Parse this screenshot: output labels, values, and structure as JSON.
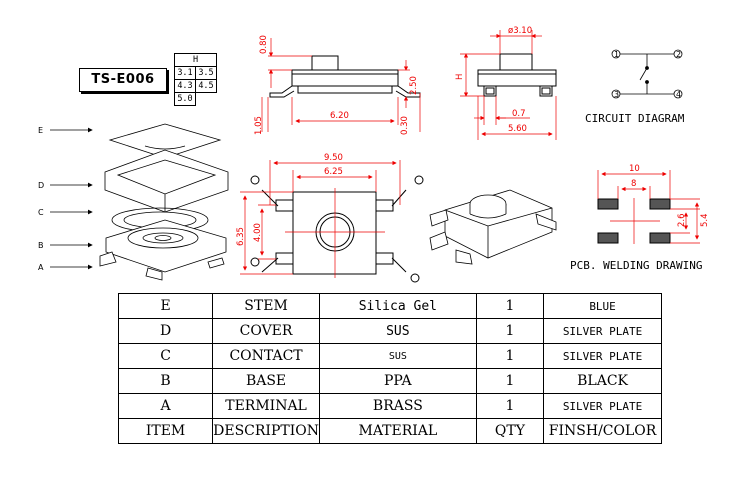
{
  "model": "TS-E006",
  "height_table": {
    "header": "H",
    "rows": [
      [
        "3.1",
        "3.5"
      ],
      [
        "4.3",
        "4.5"
      ],
      [
        "5.0",
        ""
      ]
    ]
  },
  "dims": {
    "top_profile": {
      "h1": "0.80",
      "h2": "1.05",
      "w": "6.20",
      "r1": "2.50",
      "r2": "0.30"
    },
    "side_profile": {
      "dia": "ø3.10",
      "h": "H",
      "w1": "0.7",
      "w2": "5.60"
    },
    "plan": {
      "w1": "9.50",
      "w2": "6.25",
      "h1": "6.35",
      "h2": "4.00"
    },
    "pcb": {
      "w1": "10",
      "w2": "8",
      "h1": "2.6",
      "h2": "5.4"
    }
  },
  "captions": {
    "circuit": "CIRCUIT DIAGRAM",
    "pcb": "PCB. WELDING DRAWING"
  },
  "circuit_pins": [
    "1",
    "2",
    "3",
    "4"
  ],
  "exploded_labels": [
    "E",
    "D",
    "C",
    "B",
    "A"
  ],
  "bom": {
    "rows": [
      {
        "item": "E",
        "desc": "STEM",
        "material": "Silica Gel",
        "qty": "1",
        "finish": "BLUE"
      },
      {
        "item": "D",
        "desc": "COVER",
        "material": "SUS",
        "qty": "1",
        "finish": "SILVER PLATE"
      },
      {
        "item": "C",
        "desc": "CONTACT",
        "material": "SUS",
        "qty": "1",
        "finish": "SILVER PLATE"
      },
      {
        "item": "B",
        "desc": "BASE",
        "material": "PPA",
        "qty": "1",
        "finish": "BLACK"
      },
      {
        "item": "A",
        "desc": "TERMINAL",
        "material": "BRASS",
        "qty": "1",
        "finish": "SILVER PLATE"
      }
    ],
    "header": {
      "item": "ITEM",
      "desc": "DESCRIPTION",
      "material": "MATERIAL",
      "qty": "QTY",
      "finish": "FINSH/COLOR"
    }
  }
}
